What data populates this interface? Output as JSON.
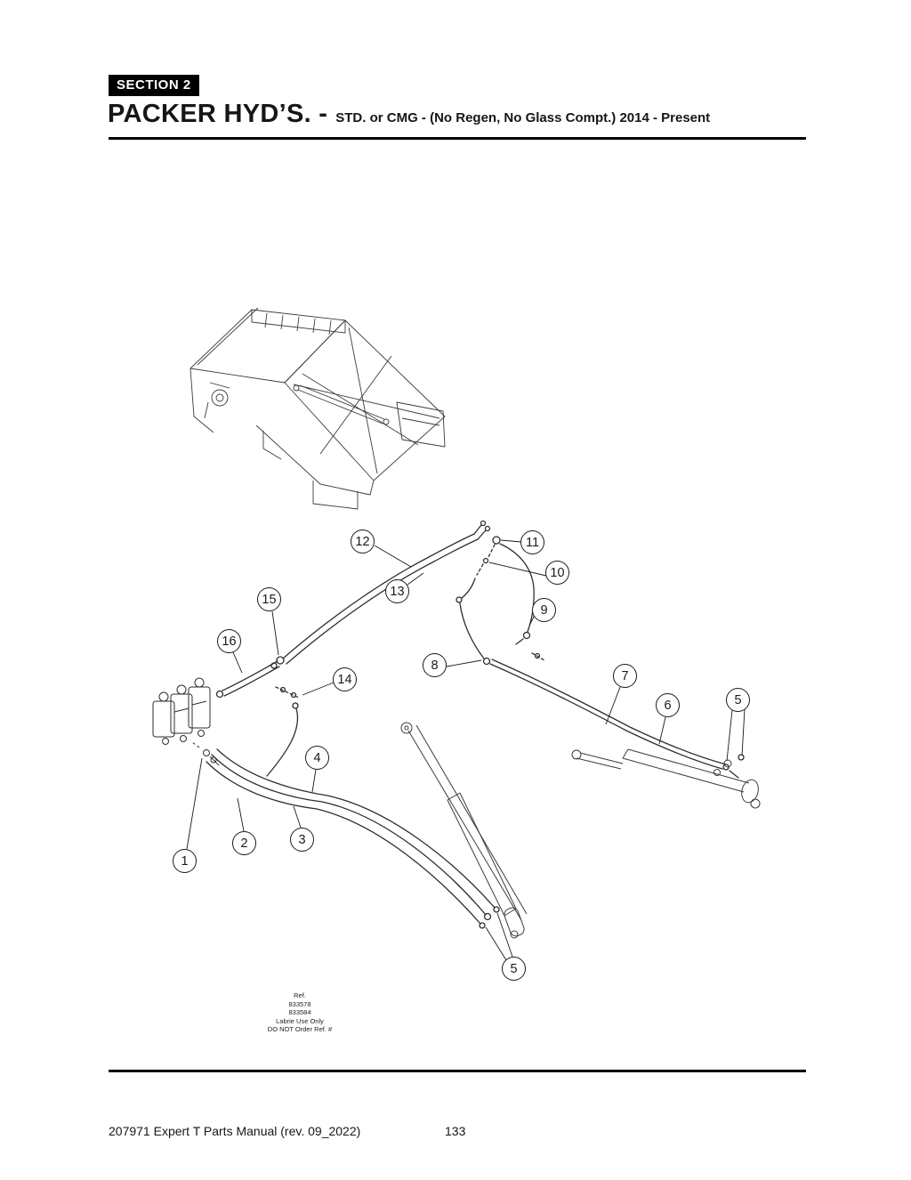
{
  "header": {
    "section_label": "SECTION 2",
    "title": "PACKER HYD’S. -",
    "subtitle": "STD. or CMG -  (No Regen, No Glass Compt.) 2014 - Present"
  },
  "diagram": {
    "callouts": [
      {
        "label": "12"
      },
      {
        "label": "11"
      },
      {
        "label": "10"
      },
      {
        "label": "13"
      },
      {
        "label": "9"
      },
      {
        "label": "15"
      },
      {
        "label": "16"
      },
      {
        "label": "8"
      },
      {
        "label": "14"
      },
      {
        "label": "7"
      },
      {
        "label": "6"
      },
      {
        "label": "5"
      },
      {
        "label": "4"
      },
      {
        "label": "2"
      },
      {
        "label": "3"
      },
      {
        "label": "1"
      },
      {
        "label": "5"
      }
    ],
    "ref_note": [
      "Ref.",
      "833578",
      "833584",
      "Labrie Use Only",
      "DO NOT Order Ref. #"
    ]
  },
  "footer": {
    "manual_title": "207971 Expert T Parts Manual (rev. 09_2022)",
    "page_number": "133"
  }
}
